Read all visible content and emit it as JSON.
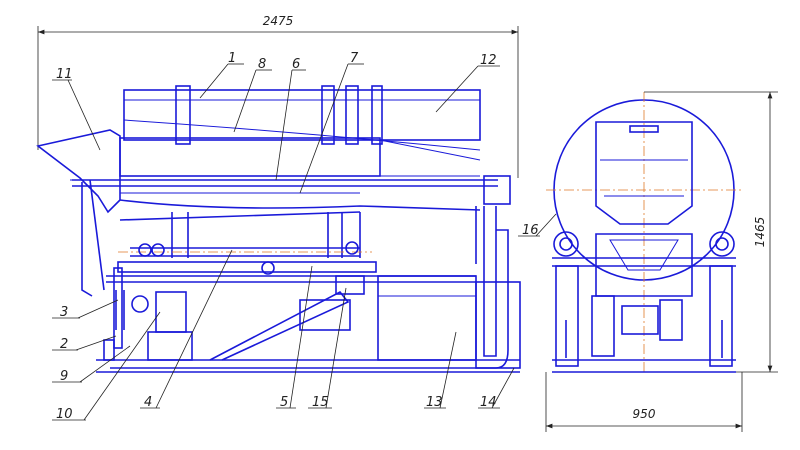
{
  "dimensions": {
    "overall_length": "2475",
    "height": "1465",
    "width": "950"
  },
  "callouts": [
    "1",
    "8",
    "6",
    "7",
    "12",
    "11",
    "16",
    "3",
    "2",
    "9",
    "10",
    "4",
    "5",
    "15",
    "13",
    "14"
  ]
}
